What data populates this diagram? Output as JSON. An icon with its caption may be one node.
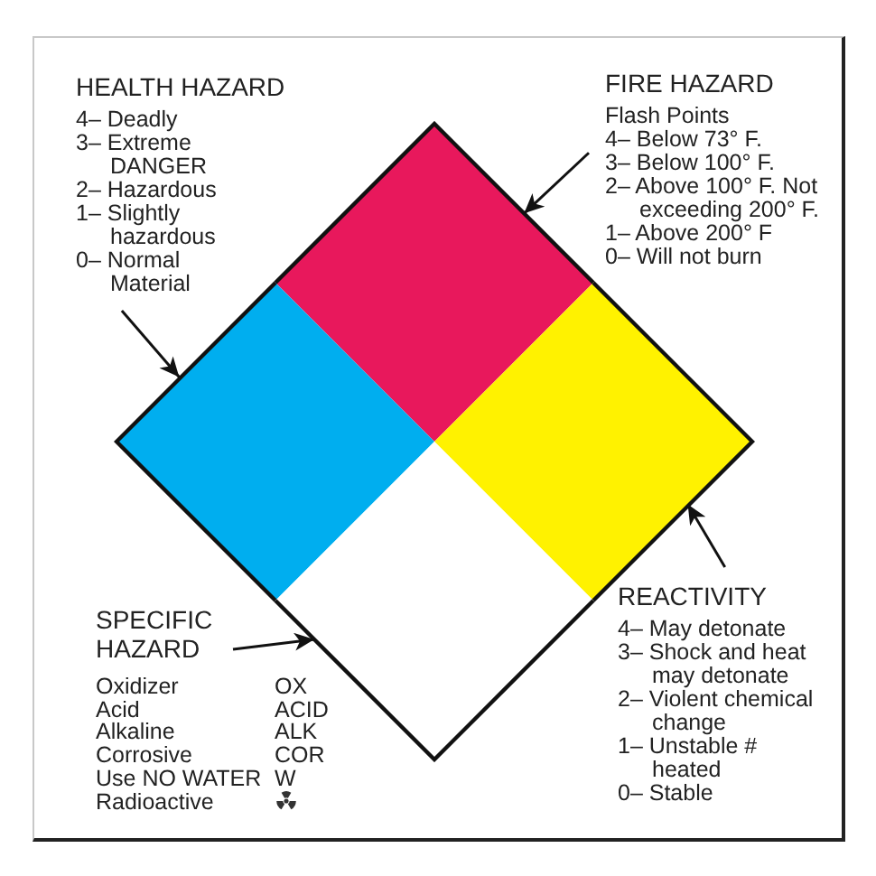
{
  "diagram": {
    "nodes": [
      {
        "text": [
          "HEALTH HAZARD",
          "4– Deadly",
          "3– Extreme DANGER",
          "2– Hazardous",
          "1– Slightly hazardous",
          "0– Normal Material"
        ]
      },
      {
        "text": [
          "FIRE HAZARD",
          "Flash Points",
          "4– Below 73° F.",
          "3– Below 100° F.",
          "2– Above 100° F. Not exceeding 200° F.",
          "1– Above 200° F",
          "0– Will not burn"
        ]
      },
      {
        "text": [],
        "shape": "diamond"
      },
      {
        "text": [],
        "shape": "diamond"
      },
      {
        "text": [],
        "shape": "diamond"
      },
      {
        "text": [],
        "shape": "diamond"
      },
      {
        "text": [
          "SPECIFIC HAZARD"
        ]
      },
      {
        "text": [
          "REACTIVITY",
          "4– May detonate",
          "3– Shock and heat may detonate",
          "2– Violent chemical change",
          "1– Unstable # heated",
          "0– Stable"
        ]
      }
    ],
    "edges": [
      {
        "from": 0,
        "to": 3,
        "arrow": "to"
      },
      {
        "from": 1,
        "to": 2,
        "arrow": "to"
      },
      {
        "from": 6,
        "to": 5,
        "arrow": "to"
      },
      {
        "from": 7,
        "to": 4,
        "arrow": "to"
      }
    ],
    "labels": [
      "Oxidizer",
      "OX",
      "Acid",
      "ACID",
      "Alkaline",
      "ALK",
      "Corrosive",
      "COR",
      "Use NO WATER",
      "W",
      "Radioactive"
    ]
  }
}
